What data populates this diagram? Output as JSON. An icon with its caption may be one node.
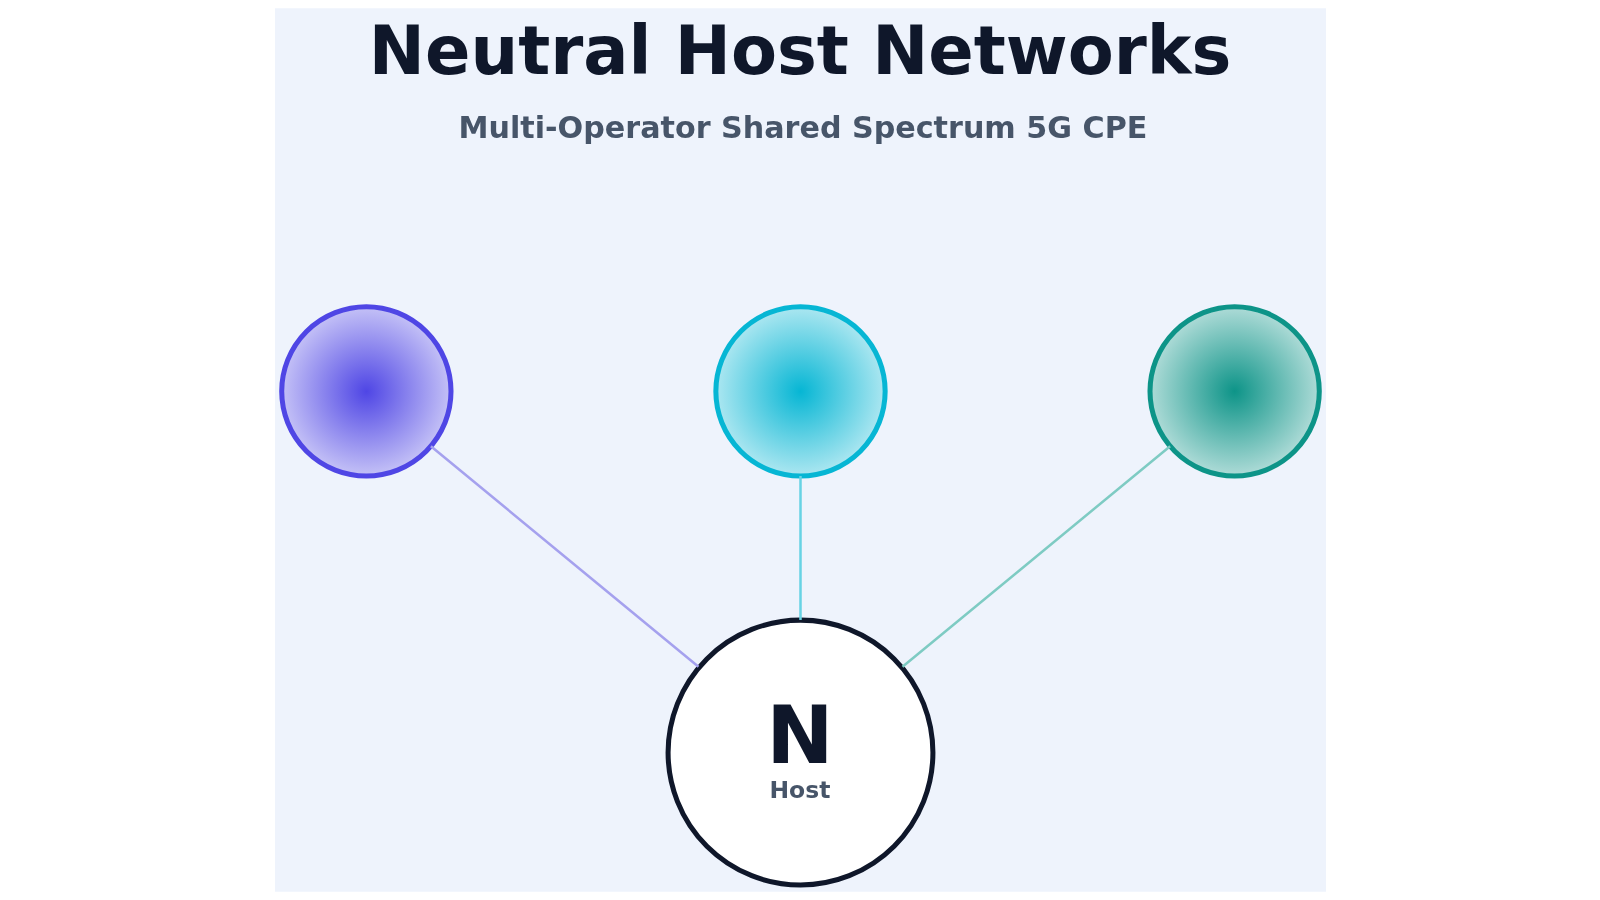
{
  "diagram": {
    "title": "Neutral Host Networks",
    "nodes": [
      {
        "text": [],
        "shape": "circle"
      },
      {
        "text": [],
        "shape": "circle"
      },
      {
        "text": [],
        "shape": "circle"
      },
      {
        "text": [
          "N",
          "Host"
        ]
      }
    ],
    "edges": [
      {
        "from": 0,
        "to": 3,
        "arrow": "none",
        "color": "#a5a1ee"
      },
      {
        "from": 1,
        "to": 3,
        "arrow": "none",
        "color": "#67d3e4"
      },
      {
        "from": 2,
        "to": 3,
        "arrow": "none",
        "color": "#7ecbc3"
      }
    ],
    "labels": [
      "Multi-Operator Shared Spectrum 5G CPE"
    ]
  }
}
